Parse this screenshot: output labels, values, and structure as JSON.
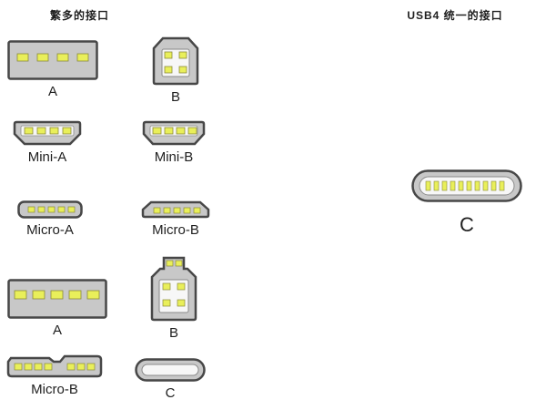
{
  "left_panel": {
    "title": "繁多的接口",
    "connectors": [
      {
        "type": "usb-a",
        "label": "A"
      },
      {
        "type": "usb-b",
        "label": "B"
      },
      {
        "type": "usb-mini-a",
        "label": "Mini-A"
      },
      {
        "type": "usb-mini-b",
        "label": "Mini-B"
      },
      {
        "type": "usb-micro-a",
        "label": "Micro-A"
      },
      {
        "type": "usb-micro-b",
        "label": "Micro-B"
      },
      {
        "type": "usb3-a",
        "label": "A"
      },
      {
        "type": "usb3-b",
        "label": "B"
      },
      {
        "type": "usb3-micro-b",
        "label": "Micro-B"
      },
      {
        "type": "usb-c",
        "label": "C"
      }
    ]
  },
  "right_panel": {
    "title": "USB4 统一的接口",
    "connector": {
      "type": "usb4-c",
      "label": "C"
    }
  },
  "colors": {
    "connector_body": "#c8c8c8",
    "connector_outline": "#474747",
    "pin": "#e9ef5a",
    "inner_face": "#f7f7f7",
    "text": "#1f1f1f"
  }
}
